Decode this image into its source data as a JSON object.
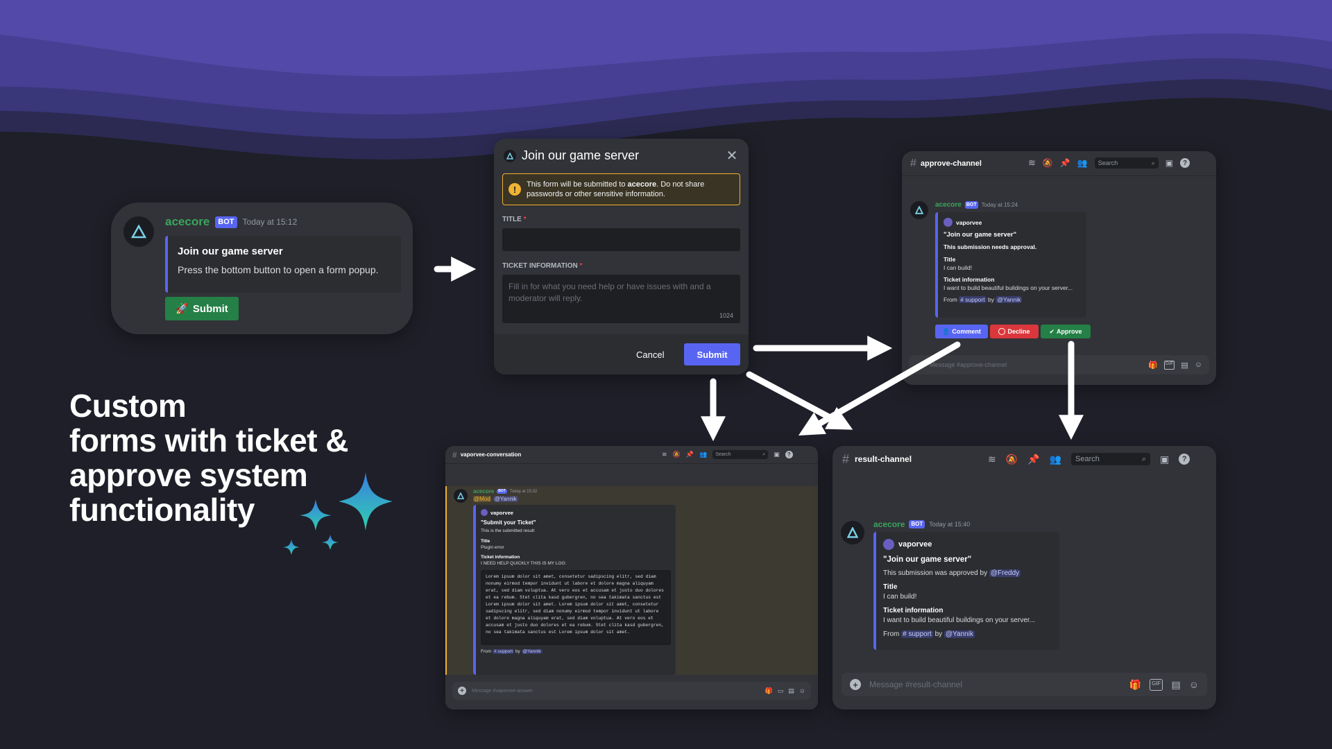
{
  "headline": {
    "line1": "Custom",
    "line2": "forms with ticket &",
    "line3": "approve system",
    "line4": "functionality"
  },
  "colors": {
    "accent": "#5865f2",
    "green": "#248046",
    "red": "#da373c",
    "bg": "#1e1f28",
    "card": "#313338"
  },
  "message_card": {
    "bot_name": "acecore",
    "badge": "BOT",
    "timestamp": "Today at 15:12",
    "embed_title": "Join our game server",
    "embed_desc": "Press the bottom button to open a form popup.",
    "button_label": "Submit",
    "button_icon": "rocket-icon"
  },
  "modal": {
    "title": "Join our game server",
    "warning_pre": "This form will be submitted to ",
    "warning_bold": "acecore",
    "warning_post": ". Do not share passwords or other sensitive information.",
    "field1_label": "TITLE",
    "field2_label": "TICKET INFORMATION",
    "required_mark": "*",
    "field2_placeholder": "Fill in for what you need help or have issues with and a moderator will reply.",
    "counter": "1024",
    "cancel": "Cancel",
    "submit": "Submit"
  },
  "approve": {
    "channel": "approve-channel",
    "search": "Search",
    "bot_name": "acecore",
    "badge": "BOT",
    "timestamp": "Today at 15:24",
    "author": "vaporvee",
    "title": "\"Join our game server\"",
    "status": "This submission needs approval.",
    "f1": "Title",
    "v1": "I can build!",
    "f2": "Ticket information",
    "v2": "I want to build beautiful buildings on your server...",
    "from": "From",
    "channel_mention": "# support",
    "by": "by",
    "user": "@Yannik",
    "btn_comment": "Comment",
    "btn_decline": "Decline",
    "btn_approve": "Approve",
    "input_placeholder": "Message #approve-channel"
  },
  "vaporvee": {
    "channel": "vaporvee-conversation",
    "search": "Search",
    "bot_name": "acecore",
    "badge": "BOT",
    "timestamp": "Today at 15:32",
    "mod": "@Mod",
    "user_ping": "@Yannik",
    "author": "vaporvee",
    "title": "\"Submit your Ticket\"",
    "status": "This is the submitted result",
    "f1": "Title",
    "v1": "Plugin error",
    "f2": "Ticket information",
    "v2": "I NEED HELP QUICKLY THIS IS MY LOG:",
    "code": "Lorem ipsum dolor sit amet, consetetur sadipscing elitr, sed diam nonumy eirmod tempor invidunt ut labore et dolore magna aliquyam erat, sed diam voluptua. At vero eos et accusam et justo duo dolores et ea rebum. Stet clita kasd gubergren, no sea takimata sanctus est Lorem ipsum dolor sit amet. Lorem ipsum dolor sit amet, consetetur sadipscing elitr, sed diam nonumy eirmod tempor invidunt ut labore et dolore magna aliquyam erat, sed diam voluptua. At vero eos et accusam et justo duo dolores et ea rebum. Stet clita kasd gubergren, no sea takimata sanctus est Lorem ipsum dolor sit amet.",
    "from": "From",
    "channel_mention": "# support",
    "by": "by",
    "user": "@Yannik",
    "input_placeholder": "Message #vaporvee-answer"
  },
  "result": {
    "channel": "result-channel",
    "search": "Search",
    "bot_name": "acecore",
    "badge": "BOT",
    "timestamp": "Today at 15:40",
    "author": "vaporvee",
    "title": "\"Join our game server\"",
    "status_pre": "This submission was approved by",
    "approver": "@Freddy",
    "f1": "Title",
    "v1": "I can build!",
    "f2": "Ticket information",
    "v2": "I want to build beautiful buildings on your server...",
    "from": "From",
    "channel_mention": "# support",
    "by": "by",
    "user": "@Yannik",
    "input_placeholder": "Message #result-channel"
  }
}
